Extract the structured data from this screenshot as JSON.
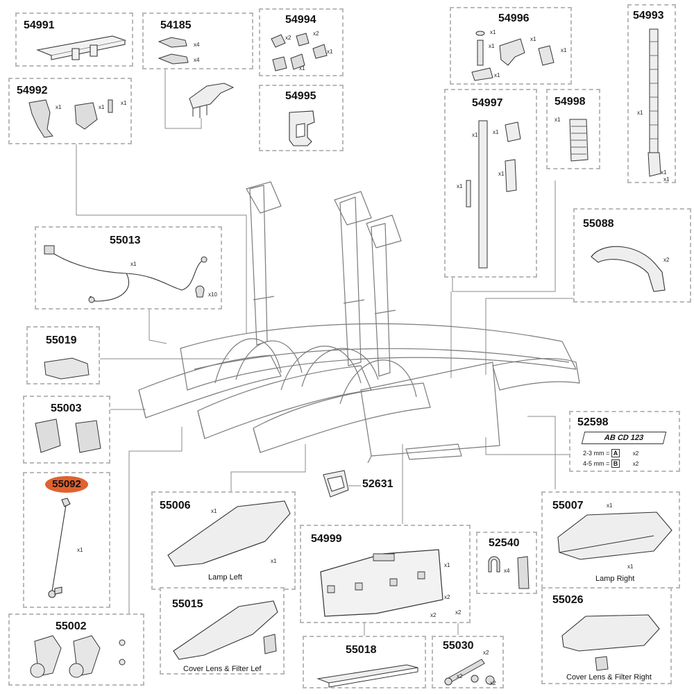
{
  "parts": [
    {
      "id": "54991",
      "quantities": []
    },
    {
      "id": "54185",
      "quantities": [
        "x4",
        "x4"
      ]
    },
    {
      "id": "54994",
      "quantities": [
        "x2",
        "x2",
        "x1",
        "x1"
      ]
    },
    {
      "id": "54995",
      "quantities": []
    },
    {
      "id": "54996",
      "quantities": [
        "x1",
        "x1",
        "x1",
        "x1",
        "x1"
      ]
    },
    {
      "id": "54993",
      "quantities": [
        "x1",
        "x1",
        "x1"
      ]
    },
    {
      "id": "54992",
      "quantities": [
        "x1",
        "x1",
        "x1"
      ]
    },
    {
      "id": "54997",
      "quantities": [
        "x1",
        "x1",
        "x1",
        "x1"
      ]
    },
    {
      "id": "54998",
      "quantities": [
        "x1"
      ]
    },
    {
      "id": "55013",
      "quantities": [
        "x1",
        "x10"
      ]
    },
    {
      "id": "55088",
      "quantities": [
        "x2"
      ]
    },
    {
      "id": "55019",
      "quantities": []
    },
    {
      "id": "55003",
      "quantities": []
    },
    {
      "id": "52598",
      "quantities": [
        "x2",
        "x2"
      ],
      "plate_text": "AB CD 123",
      "rows": [
        "2-3 mm =",
        "4-5 mm ="
      ],
      "row_labels": [
        "A",
        "B"
      ]
    },
    {
      "id": "55092",
      "quantities": [
        "x1"
      ],
      "highlighted": true
    },
    {
      "id": "52631",
      "quantities": []
    },
    {
      "id": "55006",
      "quantities": [
        "x1",
        "x1"
      ],
      "caption": "Lamp Left"
    },
    {
      "id": "55007",
      "quantities": [
        "x1",
        "x1"
      ],
      "caption": "Lamp Right"
    },
    {
      "id": "54999",
      "quantities": [
        "x1",
        "x2",
        "x2",
        "x2"
      ]
    },
    {
      "id": "52540",
      "quantities": [
        "x4"
      ]
    },
    {
      "id": "55015",
      "quantities": [],
      "caption": "Cover Lens & Filter Lef"
    },
    {
      "id": "55026",
      "quantities": [],
      "caption": "Cover Lens & Filter Right"
    },
    {
      "id": "55002",
      "quantities": []
    },
    {
      "id": "55018",
      "quantities": []
    },
    {
      "id": "55030",
      "quantities": [
        "x2",
        "x2",
        "x2"
      ]
    }
  ],
  "colors": {
    "highlight": "#e0622e",
    "box_border": "#b9b9b9",
    "line": "#555555"
  }
}
